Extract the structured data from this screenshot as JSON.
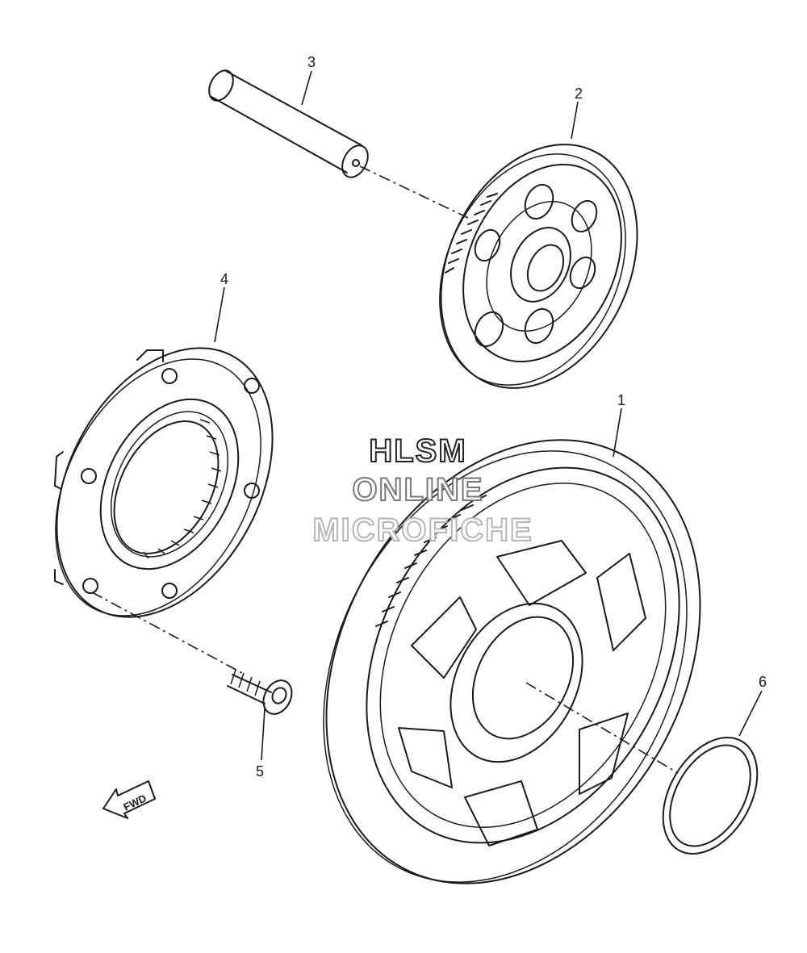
{
  "callouts": [
    {
      "id": "1",
      "label": "1"
    },
    {
      "id": "2",
      "label": "2"
    },
    {
      "id": "3",
      "label": "3"
    },
    {
      "id": "4",
      "label": "4"
    },
    {
      "id": "5",
      "label": "5"
    },
    {
      "id": "6",
      "label": "6"
    }
  ],
  "watermark": {
    "line1": "HLSM",
    "line2": "ONLINE",
    "line3": "MICROFICHE",
    "colors": [
      "#222222",
      "#777777",
      "#b5b5b5"
    ]
  },
  "direction_marker": {
    "label": "FWD"
  },
  "colors": {
    "ink": "#1a1a1a",
    "background": "#ffffff"
  }
}
